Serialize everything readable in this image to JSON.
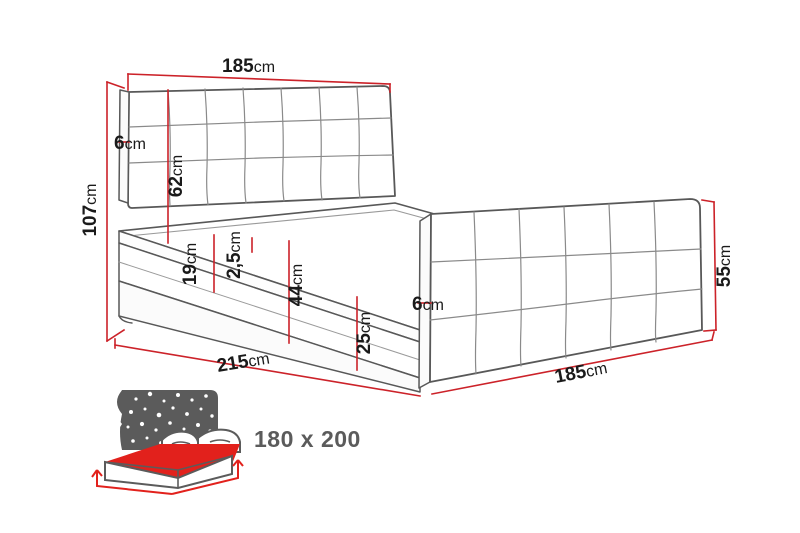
{
  "drawing": {
    "type": "technical-dimension-drawing",
    "subject": "upholstered-box-spring-bed",
    "colors": {
      "dimension_line": "#cc2229",
      "outline": "#6b6b6b",
      "outline_dark": "#4a4a4a",
      "icon_gray": "#5b5b5b",
      "icon_red": "#e2211c",
      "background": "#ffffff"
    }
  },
  "dimensions": {
    "headboard_width": {
      "value": "185",
      "unit": "cm",
      "position": "top",
      "orientation": "horizontal"
    },
    "total_height": {
      "value": "107",
      "unit": "cm",
      "position": "left",
      "orientation": "vertical"
    },
    "frame_thickness_left": {
      "value": "6",
      "unit": "cm",
      "position": "left-inner",
      "orientation": "horizontal"
    },
    "headboard_height": {
      "value": "62",
      "unit": "cm",
      "position": "headboard",
      "orientation": "vertical"
    },
    "base_top_section": {
      "value": "19",
      "unit": "cm",
      "position": "side-base",
      "orientation": "vertical"
    },
    "mattress_topper": {
      "value": "2,5",
      "unit": "cm",
      "position": "side-base",
      "orientation": "vertical"
    },
    "mattress_height": {
      "value": "44",
      "unit": "cm",
      "position": "side-base",
      "orientation": "vertical"
    },
    "base_height": {
      "value": "25",
      "unit": "cm",
      "position": "side-base",
      "orientation": "vertical"
    },
    "bed_length": {
      "value": "215",
      "unit": "cm",
      "position": "bottom-left",
      "orientation": "diagonal"
    },
    "footboard_thickness": {
      "value": "6",
      "unit": "cm",
      "position": "footboard-left",
      "orientation": "horizontal"
    },
    "footboard_height": {
      "value": "55",
      "unit": "cm",
      "position": "right",
      "orientation": "vertical"
    },
    "bed_width": {
      "value": "185",
      "unit": "cm",
      "position": "bottom-right",
      "orientation": "diagonal"
    }
  },
  "mattress_icon": {
    "label": "180 x 200",
    "description": "bed-with-starry-headboard-icon",
    "parts": [
      "starry-night-headboard",
      "pillows",
      "red-mattress",
      "white-base",
      "dimension-arrows"
    ]
  }
}
